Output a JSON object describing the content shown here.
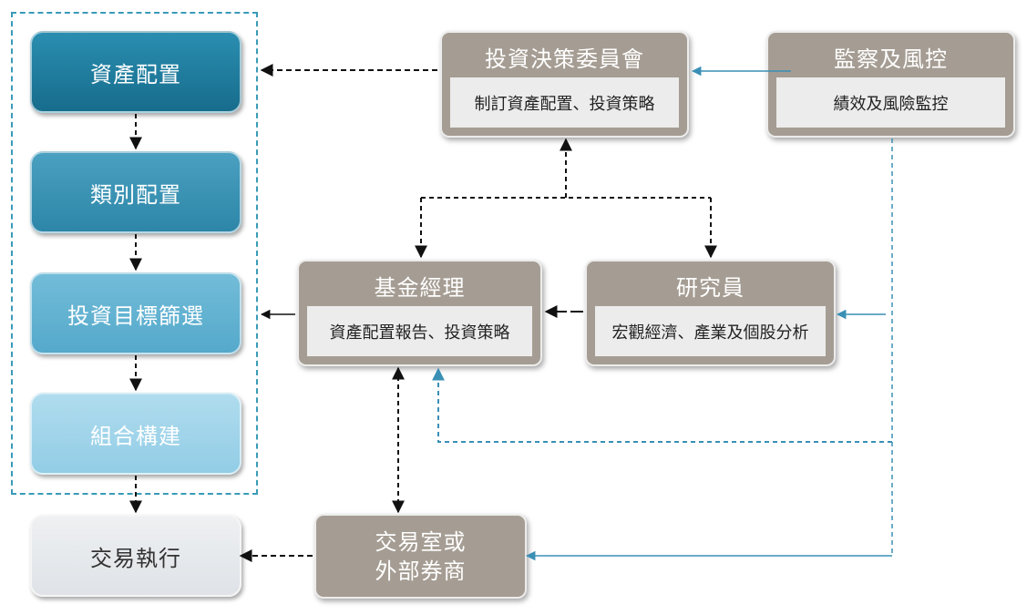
{
  "left_column": {
    "asset_allocation": "資產配置",
    "category_allocation": "類別配置",
    "target_screening": "投資目標篩選",
    "portfolio_construction": "組合構建",
    "trade_execution": "交易執行"
  },
  "committee": {
    "title": "投資決策委員會",
    "desc": "制訂資產配置、投資策略"
  },
  "supervision": {
    "title": "監察及風控",
    "desc": "績效及風險監控"
  },
  "fund_manager": {
    "title": "基金經理",
    "desc": "資產配置報告、投資策略"
  },
  "researcher": {
    "title": "研究員",
    "desc": "宏觀經濟、產業及個股分析"
  },
  "dealer": {
    "line1": "交易室或",
    "line2": "外部券商"
  },
  "colors": {
    "asset_allocation": "#1f7a9b",
    "category_allocation": "#3890b2",
    "target_screening": "#5eaecf",
    "portfolio_construction": "#9ed3ea",
    "trade_execution": "#e6e9ec",
    "gray_box": "#a59d93",
    "gray_panel": "#ececec",
    "monitor_line": "#3a8fb5"
  }
}
